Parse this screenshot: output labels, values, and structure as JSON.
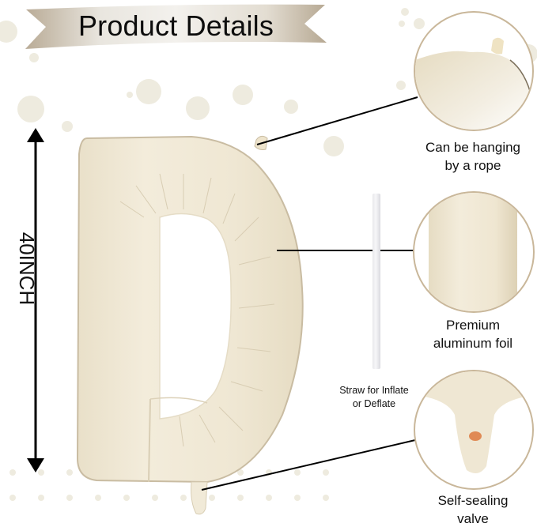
{
  "header": {
    "title": "Product Details"
  },
  "measurement": {
    "label": "40INCH"
  },
  "product": {
    "letter": "D",
    "color": "#efe7d3",
    "outline_color": "#c9bca2"
  },
  "callouts": [
    {
      "id": "rope",
      "caption_line1": "Can be hanging",
      "caption_line2": "by a rope"
    },
    {
      "id": "foil",
      "caption_line1": "Premium",
      "caption_line2": "aluminum foil"
    },
    {
      "id": "valve",
      "caption_line1": "Self-sealing",
      "caption_line2": "valve"
    }
  ],
  "straw": {
    "caption_line1": "Straw for Inflate",
    "caption_line2": "or Deflate"
  },
  "colors": {
    "background": "#ffffff",
    "banner": "#d8d2c6",
    "dots": "#eeebdf",
    "circle_border": "#c9b79a",
    "text": "#111111"
  }
}
